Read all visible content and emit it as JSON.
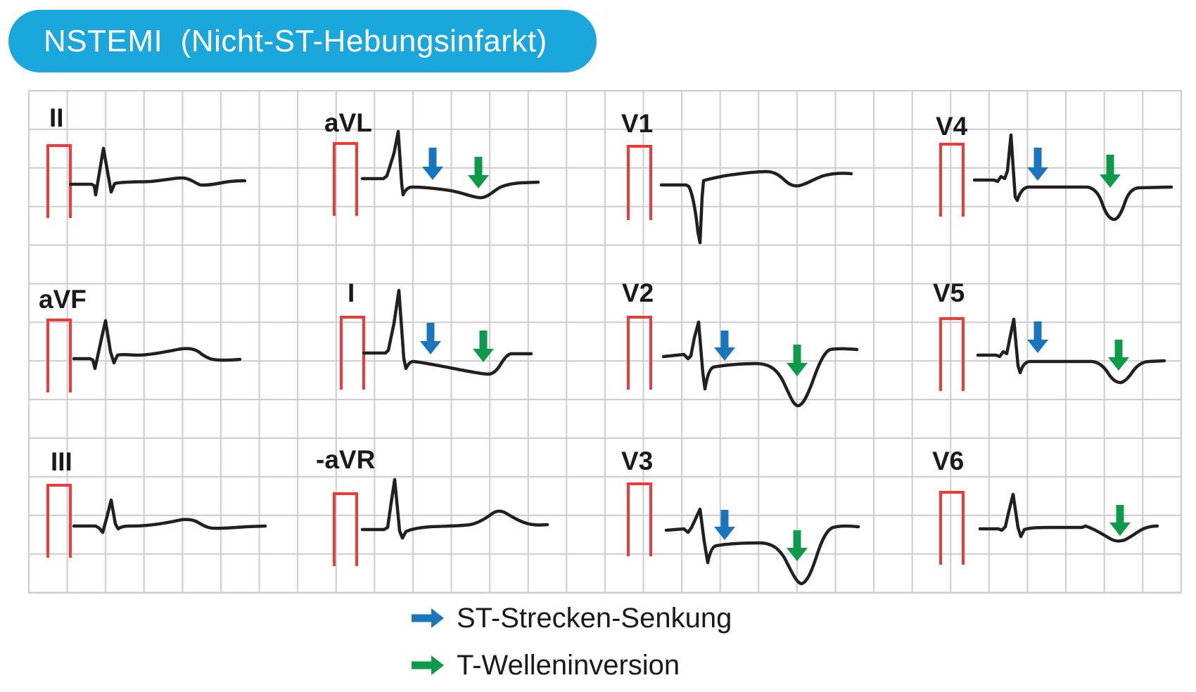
{
  "title": {
    "label": "NSTEMI  (Nicht-ST-Hebungsinfarkt)"
  },
  "colors": {
    "background": "#FFFFFF",
    "banner": "#1CA7DC",
    "banner_text": "#FFFFFF",
    "trace": "#231F20",
    "calibration_pulse": "#EF3A38",
    "st_arrow": "#1B75BC",
    "t_arrow": "#0E9A48",
    "grid_line": "#CCCCCC",
    "label_text": "#1A1A1A"
  },
  "leads": [
    {
      "label": "II",
      "st_senkung": false,
      "t_inversion": false
    },
    {
      "label": "aVL",
      "st_senkung": true,
      "t_inversion": true
    },
    {
      "label": "V1",
      "st_senkung": false,
      "t_inversion": false
    },
    {
      "label": "V4",
      "st_senkung": true,
      "t_inversion": true
    },
    {
      "label": "aVF",
      "st_senkung": false,
      "t_inversion": false
    },
    {
      "label": "I",
      "st_senkung": true,
      "t_inversion": true
    },
    {
      "label": "V2",
      "st_senkung": true,
      "t_inversion": true
    },
    {
      "label": "V5",
      "st_senkung": true,
      "t_inversion": true
    },
    {
      "label": "III",
      "st_senkung": false,
      "t_inversion": false
    },
    {
      "label": "-aVR",
      "st_senkung": false,
      "t_inversion": false
    },
    {
      "label": "V3",
      "st_senkung": true,
      "t_inversion": true
    },
    {
      "label": "V6",
      "st_senkung": false,
      "t_inversion": true
    }
  ],
  "legend": {
    "items": [
      {
        "symbol": "blue-right-arrow",
        "label": "ST-Strecken-Senkung"
      },
      {
        "symbol": "green-right-arrow",
        "label": "T-Welleninversion"
      }
    ]
  }
}
